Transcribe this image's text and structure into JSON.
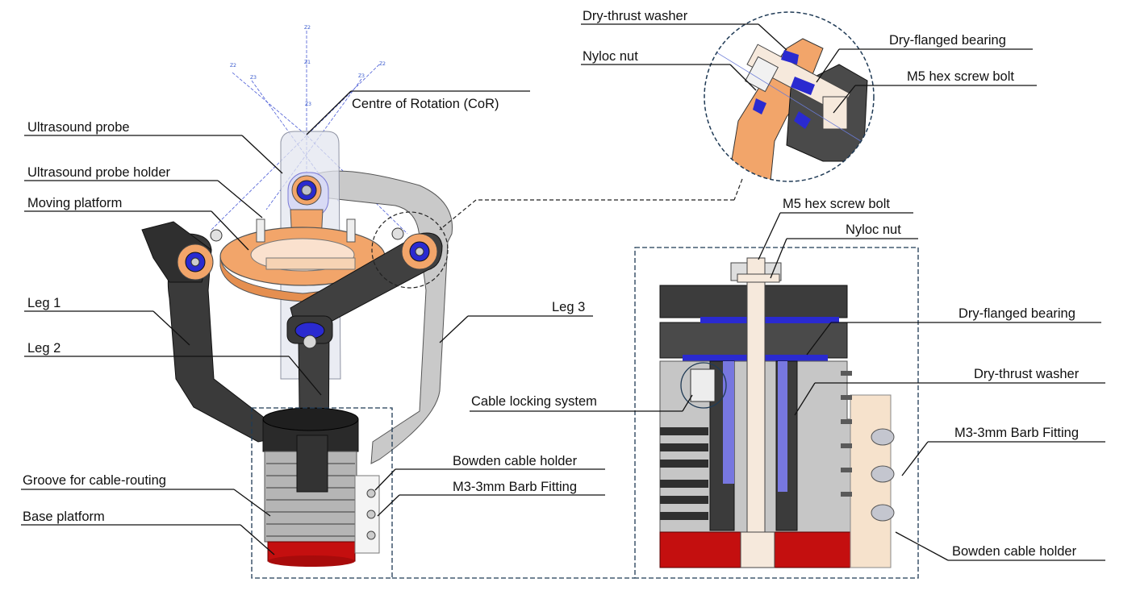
{
  "labels": {
    "centre_of_rotation": "Centre of Rotation (CoR)",
    "ultrasound_probe": "Ultrasound probe",
    "ultrasound_probe_holder": "Ultrasound probe holder",
    "moving_platform": "Moving platform",
    "leg1": "Leg 1",
    "leg2": "Leg 2",
    "leg3": "Leg 3",
    "groove": "Groove for cable-routing",
    "base_platform": "Base platform",
    "bowden_left": "Bowden cable holder",
    "barb_left": "M3-3mm Barb Fitting",
    "zoom_thrust_washer": "Dry-thrust washer",
    "zoom_nyloc": "Nyloc nut",
    "zoom_flanged_bearing": "Dry-flanged bearing",
    "zoom_m5": "M5 hex screw bolt",
    "sec_m5": "M5 hex screw bolt",
    "sec_nyloc": "Nyloc nut",
    "sec_flanged_bearing": "Dry-flanged bearing",
    "sec_thrust_washer": "Dry-thrust washer",
    "sec_cable_locking": "Cable locking system",
    "sec_barb": "M3-3mm Barb Fitting",
    "sec_bowden": "Bowden cable holder"
  },
  "axis_marks": [
    "Z2",
    "Z1",
    "Z3",
    "Z2",
    "Z3",
    "Z2",
    "Z3"
  ],
  "colors": {
    "orange": "#f2a56a",
    "dark_grey": "#3a3a3a",
    "mid_grey": "#8a8a8a",
    "light_grey": "#c9c9c9",
    "blue": "#2a2ad0",
    "red": "#c40f0f",
    "cream": "#f6e2cc"
  }
}
